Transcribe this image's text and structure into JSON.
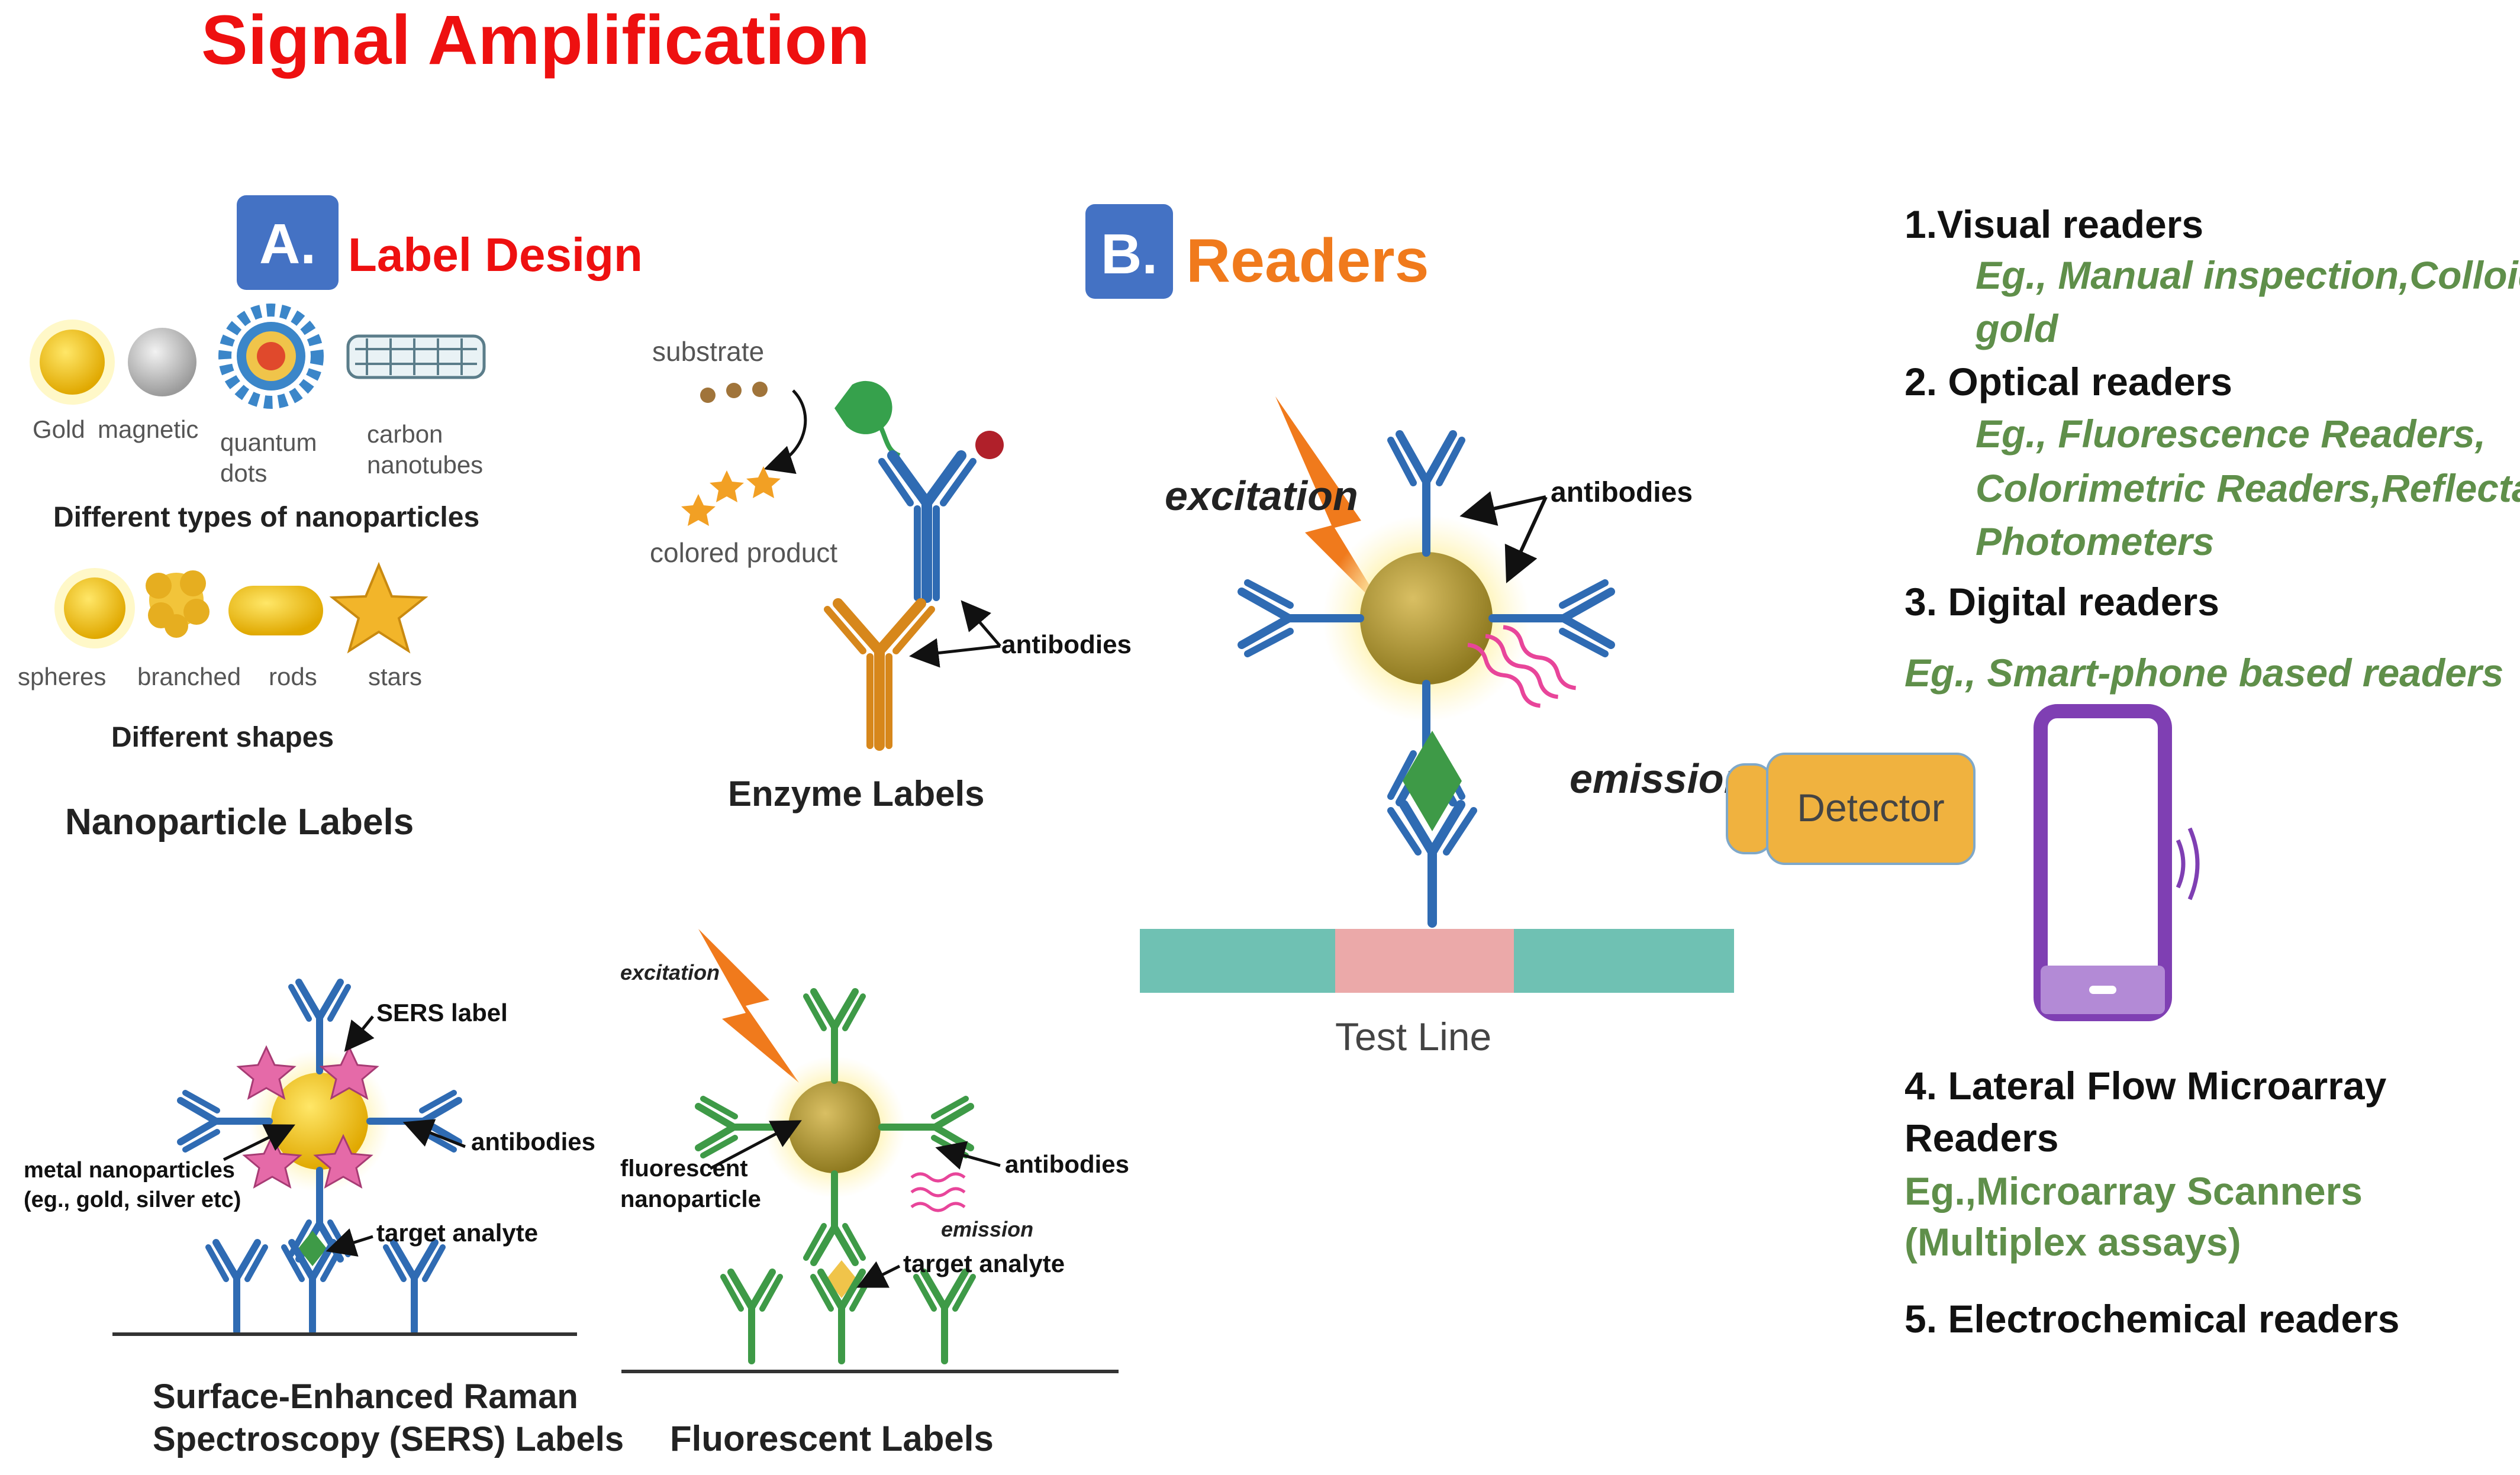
{
  "title": "Signal Amplification",
  "section_a": {
    "badge": "A.",
    "heading": "Label Design",
    "nanoparticles": {
      "types": [
        "Gold",
        "magnetic",
        "quantum",
        "dots",
        "carbon",
        "nanotubes"
      ],
      "types_caption": "Different types of nanoparticles",
      "shapes": [
        "spheres",
        "branched",
        "rods",
        "stars"
      ],
      "shapes_caption": "Different shapes",
      "panel_title": "Nanoparticle Labels"
    },
    "enzyme": {
      "substrate": "substrate",
      "colored_product": "colored product",
      "antibodies": "antibodies",
      "panel_title": "Enzyme Labels"
    },
    "sers": {
      "sers_label": "SERS label",
      "antibodies": "antibodies",
      "metal_np_line1": "metal nanoparticles",
      "metal_np_line2": "(eg., gold, silver etc)",
      "target_analyte": "target analyte",
      "panel_title_line1": "Surface-Enhanced Raman",
      "panel_title_line2": "Spectroscopy (SERS) Labels"
    },
    "fluorescent": {
      "excitation": "excitation",
      "fluorescent_np_line1": "fluorescent",
      "fluorescent_np_line2": "nanoparticle",
      "antibodies": "antibodies",
      "emission": "emission",
      "target_analyte": "target analyte",
      "panel_title": "Fluorescent Labels"
    }
  },
  "section_b": {
    "badge": "B.",
    "heading": "Readers",
    "excitation": "excitation",
    "antibodies": "antibodies",
    "emission": "emission",
    "detector": "Detector",
    "test_line": "Test Line",
    "readers": {
      "r1": "1.Visual readers",
      "r1_eg_line1": "Eg., Manual inspection,Colloidal",
      "r1_eg_line2": "gold",
      "r2": "2. Optical readers",
      "r2_eg_line1": "Eg., Fluorescence Readers,",
      "r2_eg_line2": "Colorimetric Readers,Reflectance",
      "r2_eg_line3": "Photometers",
      "r3": "3. Digital readers",
      "r3_eg": "Eg., Smart-phone based readers",
      "r4_line1": "4. Lateral Flow Microarray",
      "r4_line2": "Readers",
      "r4_eg_line1": "Eg.,Microarray Scanners",
      "r4_eg_line2": "(Multiplex assays)",
      "r5": "5. Electrochemical readers"
    }
  },
  "colors": {
    "title_red": "#ee1010",
    "readers_orange": "#f07a1c",
    "badge_blue": "#4472c4",
    "example_green": "#5f8f4a",
    "antibody_blue": "#2f6bb3",
    "antibody_green": "#3e9a47",
    "antibody_orange": "#d7871b",
    "phone_purple": "#7f3fb3",
    "detector_orange": "#f0b23f",
    "strip_teal": "#6fc1b3",
    "strip_pink": "#eba9a9"
  }
}
